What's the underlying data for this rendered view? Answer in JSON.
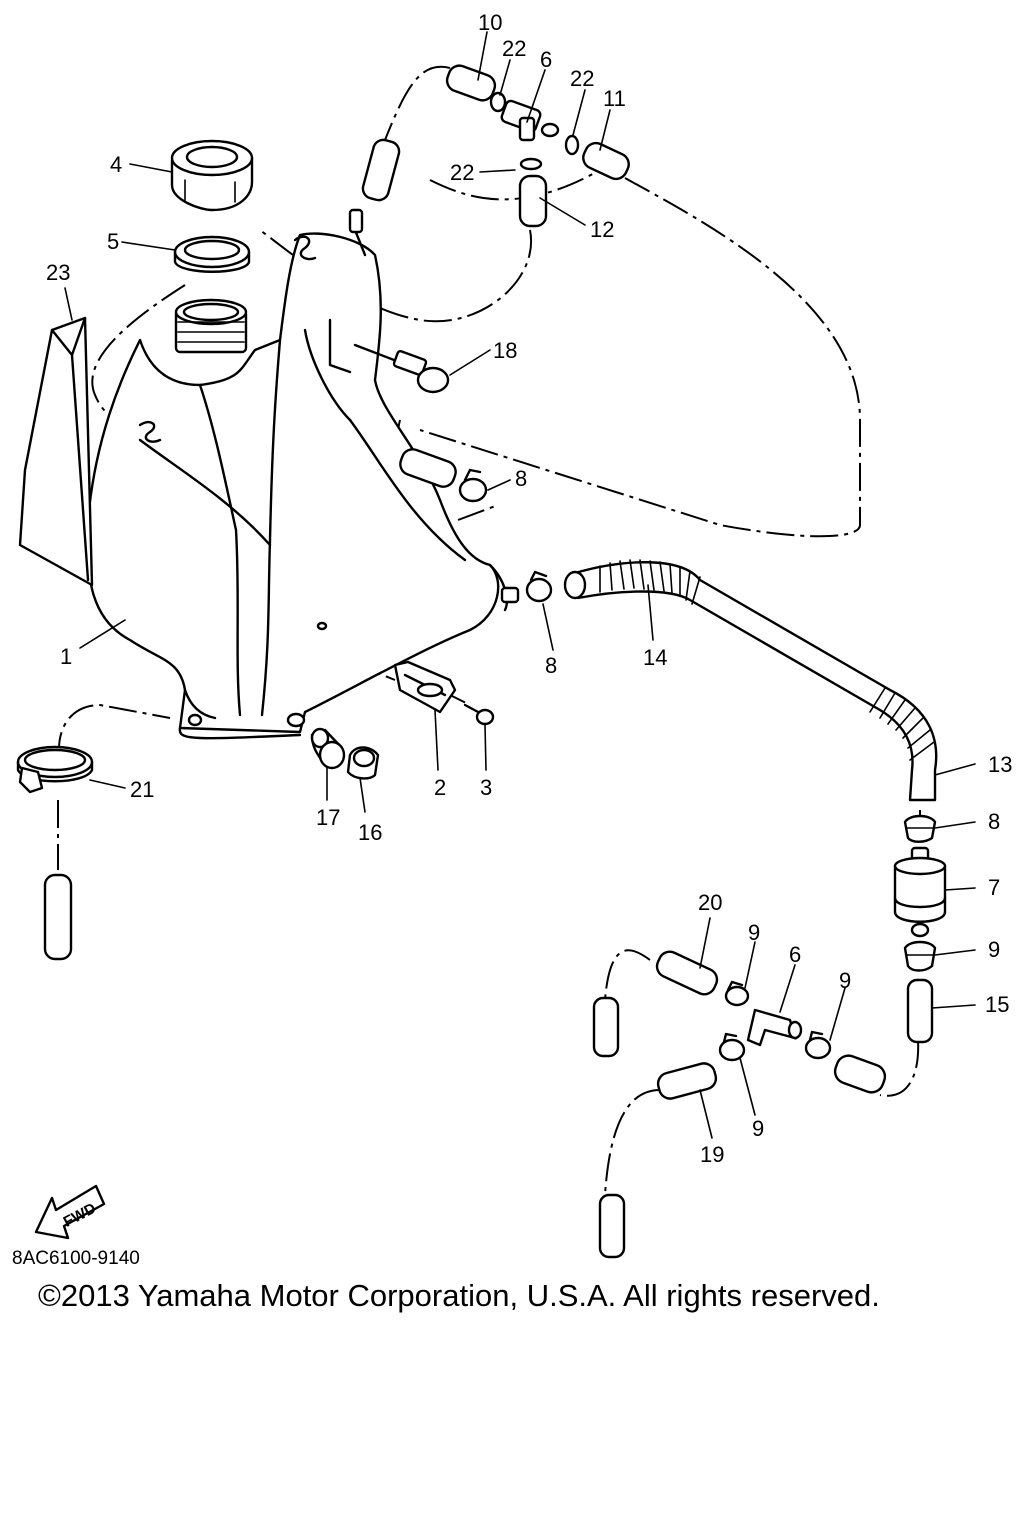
{
  "diagram": {
    "part_numbers": {
      "p1": "1",
      "p2": "2",
      "p3": "3",
      "p4": "4",
      "p5": "5",
      "p6a": "6",
      "p6b": "6",
      "p7": "7",
      "p8a": "8",
      "p8b": "8",
      "p8c": "8",
      "p9a": "9",
      "p9b": "9",
      "p9c": "9",
      "p9d": "9",
      "p10": "10",
      "p11": "11",
      "p12": "12",
      "p13": "13",
      "p14": "14",
      "p15": "15",
      "p16": "16",
      "p17": "17",
      "p18": "18",
      "p19": "19",
      "p20": "20",
      "p21": "21",
      "p22a": "22",
      "p22b": "22",
      "p22c": "22",
      "p23": "23"
    },
    "fwd_label": "FWD",
    "drawing_code": "8AC6100-9140",
    "copyright": "©2013 Yamaha Motor Corporation, U.S.A. All rights reserved."
  }
}
